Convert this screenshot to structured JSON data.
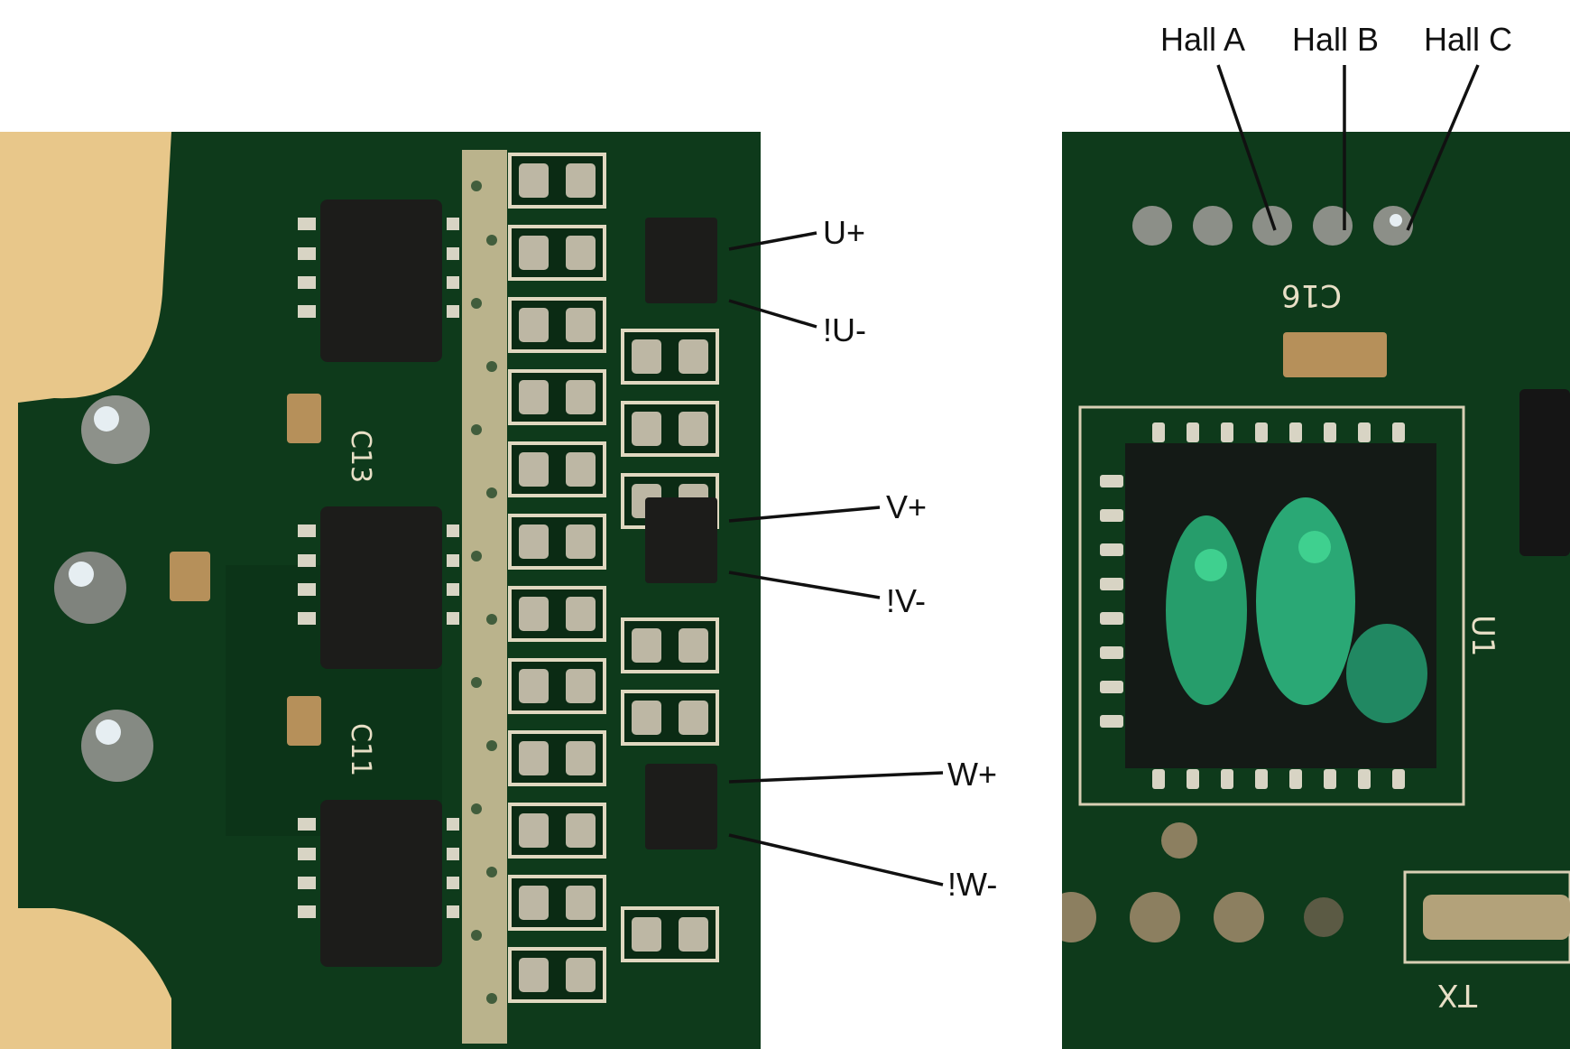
{
  "labels": {
    "hall_a": "Hall A",
    "hall_b": "Hall B",
    "hall_c": "Hall C",
    "u_plus": "U+",
    "u_minus": "!U-",
    "v_plus": "V+",
    "v_minus": "!V-",
    "w_plus": "W+",
    "w_minus": "!W-"
  },
  "silkscreen": {
    "c13": "C13",
    "c11": "C11",
    "c16": "C16",
    "u1": "U1",
    "tx": "TX"
  },
  "colors": {
    "pcb_green": "#0f3a1c",
    "pcb_dark": "#082612",
    "silk": "#e8dfc6",
    "pad_metal": "#bdb7a4",
    "chip_black": "#1a1a18",
    "background_wood": "#e9c98c",
    "glue_green": "#2fae7a"
  }
}
